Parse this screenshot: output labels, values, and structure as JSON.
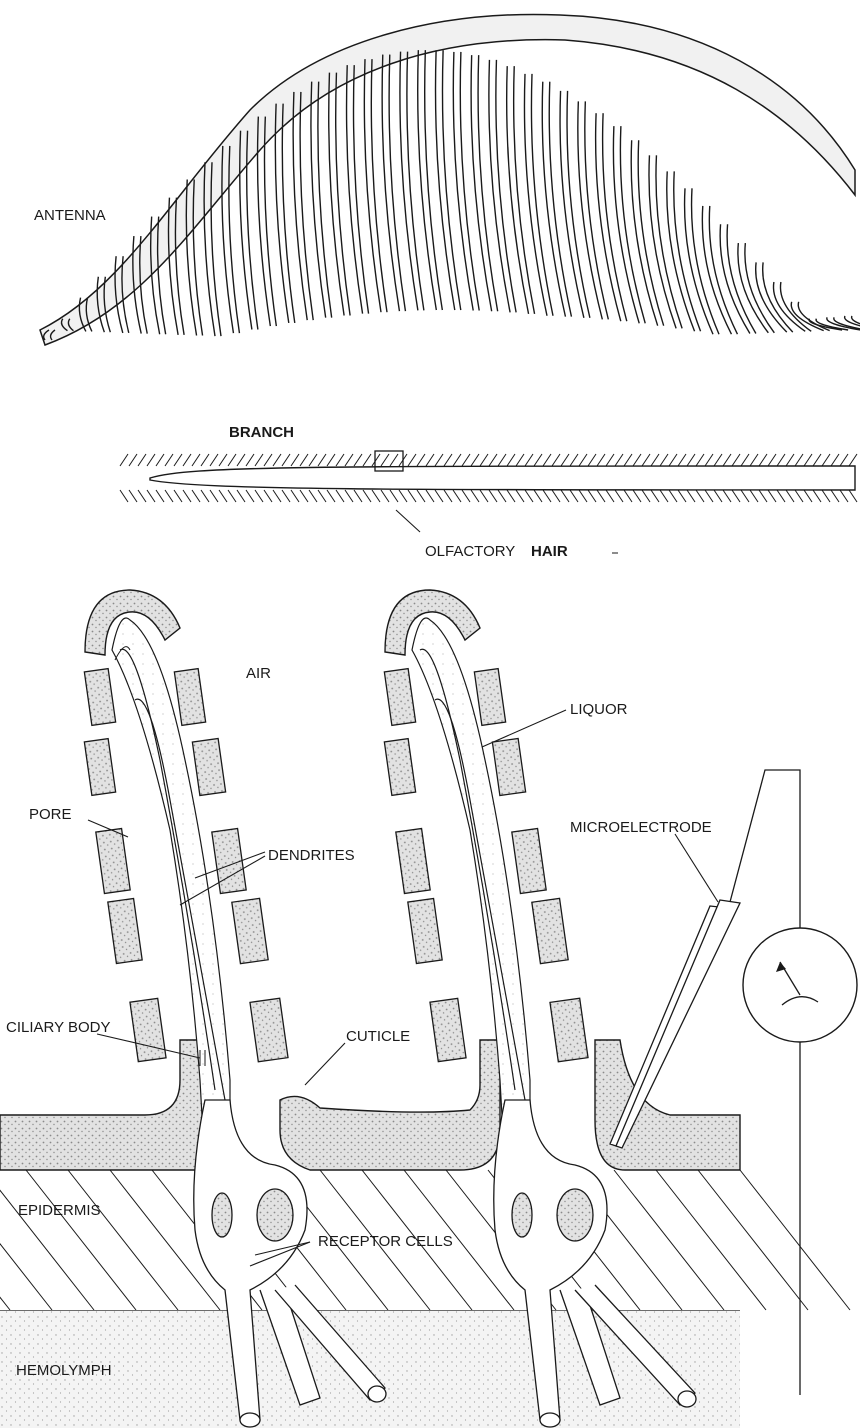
{
  "labels": {
    "antenna": "ANTENNA",
    "branch": "BRANCH",
    "olfactory_hair_1": "OLFACTORY",
    "olfactory_hair_2": "HAIR",
    "air": "AIR",
    "liquor": "LIQUOR",
    "pore": "PORE",
    "dendrites": "DENDRITES",
    "microelectrode": "MICROELECTRODE",
    "ciliary_body": "CILIARY BODY",
    "cuticle": "CUTICLE",
    "epidermis": "EPIDERMIS",
    "receptor_cells": "RECEPTOR CELLS",
    "hemolymph": "HEMOLYMPH"
  },
  "colors": {
    "ink": "#1a1a1a",
    "stipple": "#9a9a9a",
    "cuticle_fill": "#d6d6d6",
    "hemolymph_fill": "#eeeeee",
    "background": "#ffffff"
  },
  "icons": {
    "meter": "voltmeter-dial-icon"
  }
}
